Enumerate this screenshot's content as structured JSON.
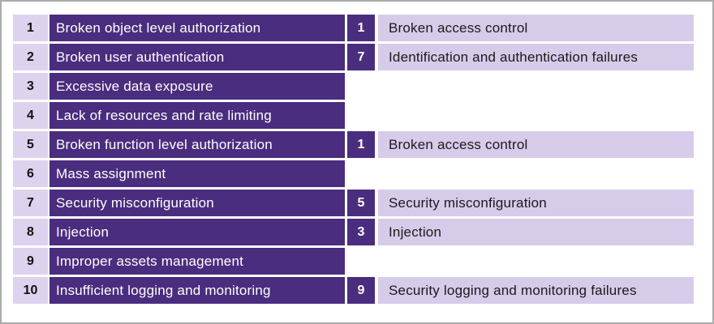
{
  "rows": [
    {
      "api_rank": "1",
      "api_label": "Broken object level authorization",
      "owasp_rank": "1",
      "owasp_label": "Broken access control"
    },
    {
      "api_rank": "2",
      "api_label": "Broken user authentication",
      "owasp_rank": "7",
      "owasp_label": "Identification and authentication failures"
    },
    {
      "api_rank": "3",
      "api_label": "Excessive data exposure",
      "owasp_rank": null,
      "owasp_label": null
    },
    {
      "api_rank": "4",
      "api_label": "Lack of resources and rate limiting",
      "owasp_rank": null,
      "owasp_label": null
    },
    {
      "api_rank": "5",
      "api_label": "Broken function level authorization",
      "owasp_rank": "1",
      "owasp_label": "Broken access control"
    },
    {
      "api_rank": "6",
      "api_label": "Mass assignment",
      "owasp_rank": null,
      "owasp_label": null
    },
    {
      "api_rank": "7",
      "api_label": "Security misconfiguration",
      "owasp_rank": "5",
      "owasp_label": "Security misconfiguration"
    },
    {
      "api_rank": "8",
      "api_label": "Injection",
      "owasp_rank": "3",
      "owasp_label": "Injection"
    },
    {
      "api_rank": "9",
      "api_label": "Improper assets management",
      "owasp_rank": null,
      "owasp_label": null
    },
    {
      "api_rank": "10",
      "api_label": "Insufficient logging and monitoring",
      "owasp_rank": "9",
      "owasp_label": "Security logging and monitoring failures"
    }
  ],
  "colors": {
    "dark_purple": "#4a2d7e",
    "lavender_number_cell": "#ddd3ee",
    "lavender_label_cell": "#d7cbea",
    "frame_border_gray": "#ababab",
    "text_dark": "#1a1a1a",
    "text_light": "#ffffff"
  }
}
